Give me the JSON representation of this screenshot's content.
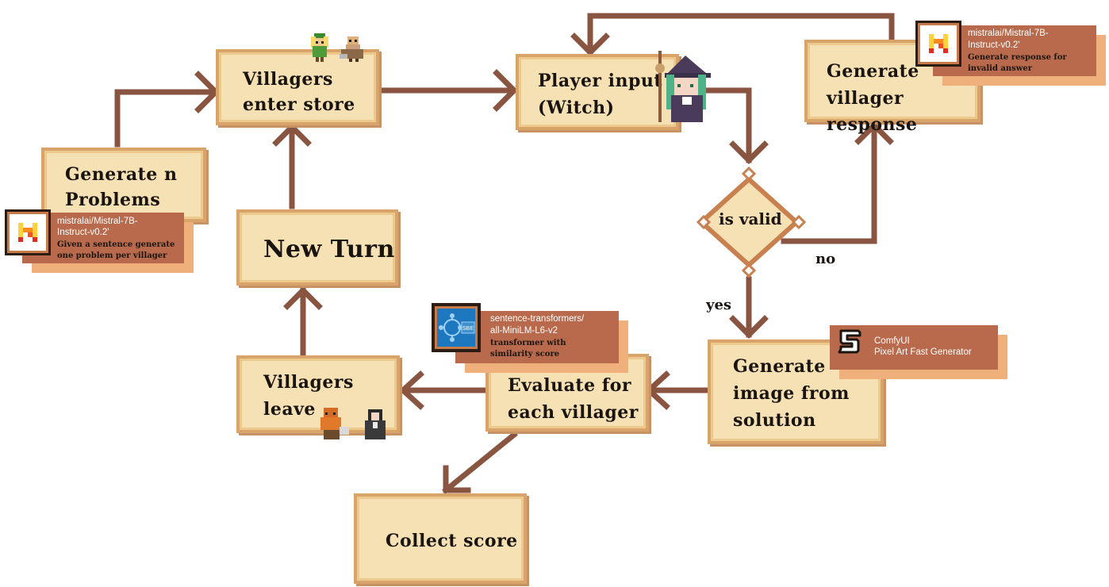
{
  "nodes": {
    "generate_problems": [
      "Generate n",
      "Problems"
    ],
    "villagers_enter": [
      "Villagers",
      "enter store"
    ],
    "player_input": [
      "Player input",
      "(Witch)"
    ],
    "generate_response": [
      "Generate",
      "villager response"
    ],
    "is_valid": "is valid",
    "new_turn": "New Turn",
    "villagers_leave": [
      "Villagers",
      "leave"
    ],
    "evaluate": [
      "Evaluate for",
      "each villager"
    ],
    "generate_image": [
      "Generate",
      "image from",
      "solution"
    ],
    "collect_score": "Collect score"
  },
  "edge_labels": {
    "no": "no",
    "yes": "yes"
  },
  "cards": {
    "mistral_problems": [
      "mistralai/Mistral-7B-",
      "Instruct-v0.2'",
      "Given a sentence generate\none problem per villager"
    ],
    "mistral_response": [
      "mistralai/Mistral-7B-",
      "Instruct-v0.2'",
      "Generate response for\ninvalid answer"
    ],
    "sbert": [
      "sentence-transformers/",
      "all-MiniLM-L6-v2",
      "transformer with\nsimilarity score"
    ],
    "comfy": [
      "ComfyUI",
      "Pixel Art Fast Generator"
    ]
  },
  "logo_text": {
    "sbert": "SBE"
  },
  "colors": {
    "arrow": "#8a5540",
    "parchment": "#f6e1b4",
    "parchment_border": "#d9a46a",
    "card": "#b96a4c",
    "card_shadow": "#f0b07b"
  },
  "icons": [
    "mistral-logo",
    "sbert-logo",
    "comfyui-logo",
    "villager-elf-sprite",
    "villager-dwarf-sprite",
    "witch-sprite",
    "villager-warrior-sprite",
    "villager-nun-sprite"
  ]
}
